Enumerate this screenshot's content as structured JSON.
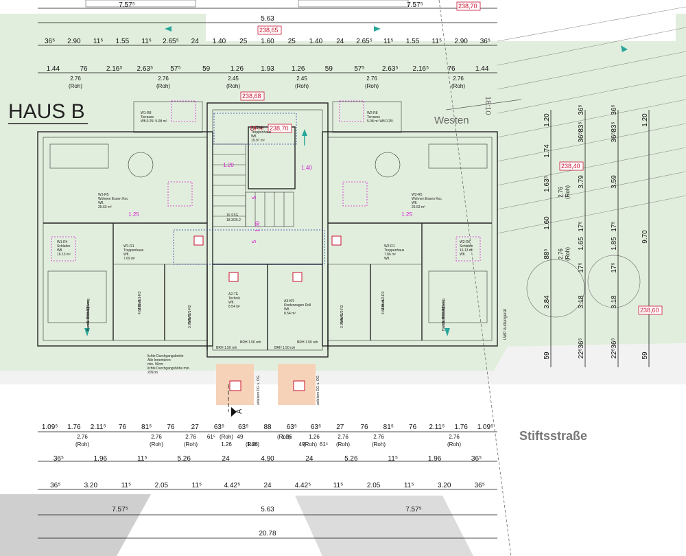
{
  "title": "HAUS B",
  "street": "Stiftsstraße",
  "direction": "Westen",
  "slope": "18:10",
  "wp_label": "LWP Außengerät",
  "section_mark": "A",
  "top_dims": {
    "row0": [
      "7.57⁵",
      "7.57⁵"
    ],
    "row1": [
      "5.63"
    ],
    "row2": [
      "36⁵",
      "2.90",
      "11⁵",
      "1.55",
      "11⁵",
      "2.65⁵",
      "24",
      "1.40",
      "25",
      "1.60",
      "25",
      "1.40",
      "24",
      "2.65⁵",
      "11⁵",
      "1.55",
      "11⁵",
      "2.90",
      "36⁵"
    ],
    "row3": [
      "1.44",
      "76",
      "2.16⁵",
      "2.63⁵",
      "57⁵",
      "59",
      "1.26",
      "1.93",
      "1.26",
      "59",
      "57⁵",
      "2.63⁵",
      "2.16⁵",
      "76",
      "1.44"
    ],
    "row3_sub": [
      "2.76",
      "(Roh)",
      "2.76",
      "(Roh)",
      "2.45",
      "(Roh)",
      "2.45",
      "(Roh)",
      "2.76",
      "(Roh)",
      "2.76",
      "(Roh)"
    ]
  },
  "bottom_dims": {
    "row1": [
      "1.09⁵",
      "1.76",
      "2.11⁵",
      "76",
      "81⁵",
      "76",
      "27",
      "63⁵",
      "63⁵",
      "88",
      "63⁵",
      "63⁵",
      "27",
      "76",
      "81⁵",
      "76",
      "2.11⁵",
      "1.76",
      "1.09⁵"
    ],
    "row1_sub": [
      "2.76",
      "(Roh)",
      "2.76",
      "(Roh)",
      "2.76",
      "(Roh)",
      "61⁵",
      "1.26",
      "49",
      "1.26",
      "(Roh)",
      "(Roh)",
      "1.26",
      "49",
      "1.26",
      "61⁵",
      "(Roh)",
      "(Roh)",
      "2.76",
      "(Roh)",
      "2.76",
      "(Roh)",
      "2.76",
      "(Roh)"
    ],
    "row2": [
      "36⁵",
      "1.96",
      "11⁵",
      "5.26",
      "24",
      "4.90",
      "24",
      "5.26",
      "11⁵",
      "1.96",
      "36⁵"
    ],
    "row3": [
      "36⁵",
      "3.20",
      "11⁵",
      "2.05",
      "11⁵",
      "4.42⁵",
      "24",
      "4.42⁵",
      "11⁵",
      "2.05",
      "11⁵",
      "3.20",
      "36⁵"
    ],
    "row4": [
      "7.57⁵",
      "5.63",
      "7.57⁵"
    ],
    "row5": [
      "20.78"
    ]
  },
  "right_dims": {
    "col1": [
      "1.20",
      "1.74",
      "1.63⁵",
      "1.60",
      "88⁵",
      "3.84",
      "59"
    ],
    "col1_sub": [
      "2.76",
      "(Roh)",
      "2.76",
      "(Roh)"
    ],
    "col2": [
      "36⁵",
      "83⁵",
      "36⁵",
      "3.79",
      "17⁵",
      "1.65",
      "17⁵",
      "3.18",
      "36⁵",
      "22⁵"
    ],
    "col3": [
      "36⁵",
      "83⁵",
      "36⁵",
      "3.59",
      "17⁵",
      "1.85",
      "17⁵",
      "3.18",
      "36⁵",
      "22⁵"
    ],
    "col4": [
      "1.20",
      "9.70",
      "59"
    ]
  },
  "levels": [
    "238,70",
    "238,65",
    "238,68",
    "238,70",
    "238,40",
    "238,60"
  ],
  "magenta_dims": [
    "1.20",
    "1.40",
    "1.25",
    "1.25",
    "5",
    "1.30",
    "5"
  ],
  "rooms": {
    "terrace_l": [
      "W1-R8",
      "Terrasse",
      "Wfl.0.25² 5.08 m²"
    ],
    "terrace_r": [
      "W2-R8",
      "Terrasse",
      "5.08 m² Wfl.0.25²"
    ],
    "stair_top": [
      "A1-TRH",
      "Treppenhaus",
      "Wfl.",
      "19.97 m²"
    ],
    "ofh": "OFH",
    "living_l": [
      "W1-R5",
      "Wohnen Essen Koc",
      "Wfl.",
      "25.63 m²"
    ],
    "living_r": [
      "W2-R5",
      "Wohnen Essen Koc",
      "Wfl.",
      "25.63 m²"
    ],
    "stairs": [
      "16 STG",
      "18.3/26.2"
    ],
    "bed_l": [
      "W1-R4",
      "Schlafen",
      "Wfl.",
      "16.13 m²"
    ],
    "bed_r": [
      "W2-R6",
      "Schlafen",
      "16.13 m²",
      "Wfl."
    ],
    "hall_l": [
      "W1-R1",
      "Treppenhaus",
      "Wfl.",
      "7.69 m²"
    ],
    "hall_r": [
      "W2-R1",
      "Treppenhaus",
      "7.86 m²",
      "Wfl."
    ],
    "bath_l": [
      "W1-R3",
      "Bad",
      "Wfl.",
      "4.61 m²"
    ],
    "bath_r": [
      "W2-R3",
      "Bad",
      "Wfl.",
      "4.61 m²"
    ],
    "wc_l": [
      "W1-R2",
      "WC",
      "Wfl.",
      "3.70 m²"
    ],
    "wc_r": [
      "W2-R2",
      "WC",
      "Wfl.",
      "3.70 m²"
    ],
    "tech": [
      "A2-TE",
      "Technik",
      "Wfl.",
      "8.54 m²"
    ],
    "pram": [
      "A3-KR",
      "Kinderwagen Roll",
      "Wfl.",
      "8.54 m²"
    ],
    "escape_l": [
      "2. Rettungsweg",
      "min. Breite120cm",
      "Handlauf für RK"
    ],
    "escape_r": [
      "2. Rettungsweg",
      "min. Breite120cm",
      "Handlauf für RK"
    ],
    "brh": [
      "BRH 1.50 roh",
      "BRH 1.50 roh",
      "BRH 1.50 roh",
      "BRH 1.50 roh"
    ],
    "note": [
      "lichte Durchgangsbreite",
      "Alle Innentüren",
      "min. 90cm",
      "lichte Durchgangshöhe min.",
      "205cm"
    ],
    "basement_arrow": [
      "anleitern DG u. OG",
      "anleitern DG u. OG"
    ]
  },
  "colors": {
    "grass": "#e2eedd",
    "orange": "#f6d2b8",
    "magenta": "#d21ed2",
    "red": "#c8102e",
    "teal": "#2aa79b",
    "blue": "#1f3fa8"
  }
}
